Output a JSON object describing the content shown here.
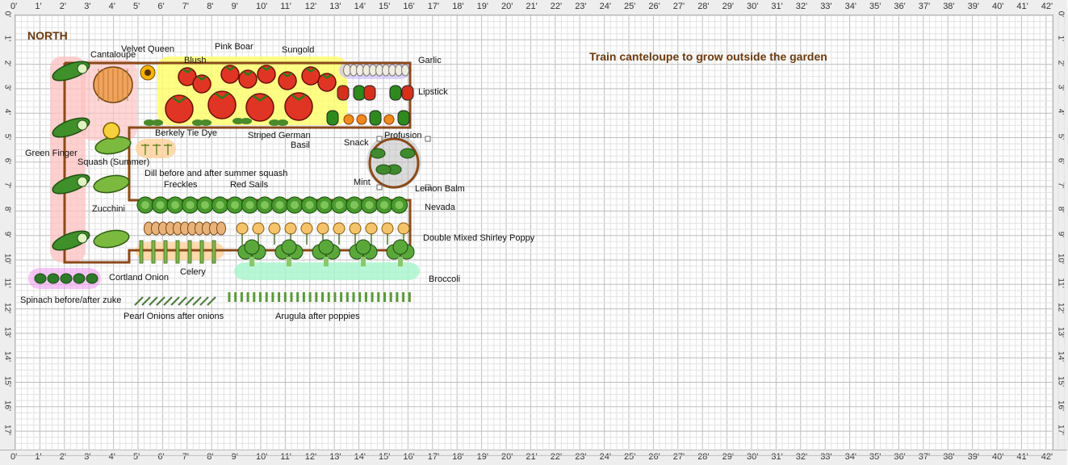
{
  "ruler": {
    "x_ticks": [
      "0'",
      "1'",
      "2'",
      "3'",
      "4'",
      "5'",
      "6'",
      "7'",
      "8'",
      "9'",
      "10'",
      "11'",
      "12'",
      "13'",
      "14'",
      "15'",
      "16'",
      "17'",
      "18'",
      "19'",
      "20'",
      "21'",
      "22'",
      "23'",
      "24'",
      "25'",
      "26'",
      "27'",
      "28'",
      "29'",
      "30'",
      "31'",
      "32'",
      "33'",
      "34'",
      "35'",
      "36'",
      "37'",
      "38'",
      "39'",
      "40'",
      "41'",
      "42'"
    ],
    "y_ticks": [
      "0'",
      "1'",
      "2'",
      "3'",
      "4'",
      "5'",
      "6'",
      "7'",
      "8'",
      "9'",
      "10'",
      "11'",
      "12'",
      "13'",
      "14'",
      "15'",
      "16'",
      "17'"
    ]
  },
  "compass": {
    "label": "NORTH"
  },
  "note": {
    "text": "Train canteloupe to grow outside the garden"
  },
  "plants": {
    "cantaloupe": "Cantaloupe",
    "velvet_queen": "Velvet Queen",
    "blush": "Blush",
    "pink_boar": "Pink Boar",
    "sungold": "Sungold",
    "garlic": "Garlic",
    "lipstick": "Lipstick",
    "berkely_tie_dye": "Berkely Tie Dye",
    "striped_german": "Striped German",
    "basil": "Basil",
    "snack": "Snack",
    "profusion": "Profusion",
    "green_finger": "Green Finger",
    "squash_summer": "Squash (Summer)",
    "dill": "Dill before and after summer squash",
    "freckles": "Freckles",
    "red_sails": "Red Sails",
    "mint": "Mint",
    "lemon_balm": "Lemon Balm",
    "zucchini": "Zucchini",
    "nevada": "Nevada",
    "double_mixed_shirley_poppy": "Double Mixed Shirley Poppy",
    "cortland_onion": "Cortland Onion",
    "celery": "Celery",
    "broccoli": "Broccoli",
    "spinach": "Spinach before/after zuke",
    "pearl_onions": "Pearl Onions after onions",
    "arugula": "Arugula after poppies"
  },
  "colors": {
    "grid_major": "#bdbdbd",
    "grid_minor": "#e3e3e3",
    "bed_border": "#8a4a1a",
    "label_brown": "#6b3a0e",
    "zucchini_zone": "#ffc0c0",
    "tomato_zone": "#ffff66",
    "cucumber": "#3f8f2a",
    "tomato": "#e03524",
    "lettuce": "#4a9a2e",
    "broccoli": "#5aa83a",
    "onion": "#e8b27a",
    "poppy": "#f5c36a",
    "mint_zone": "#b8b8b8",
    "broccoli_zone": "#a6f5cc",
    "celery_zone": "#ffd199",
    "spinach_zone": "#f0a0f0",
    "garlic_zone": "#c8b8ff"
  }
}
